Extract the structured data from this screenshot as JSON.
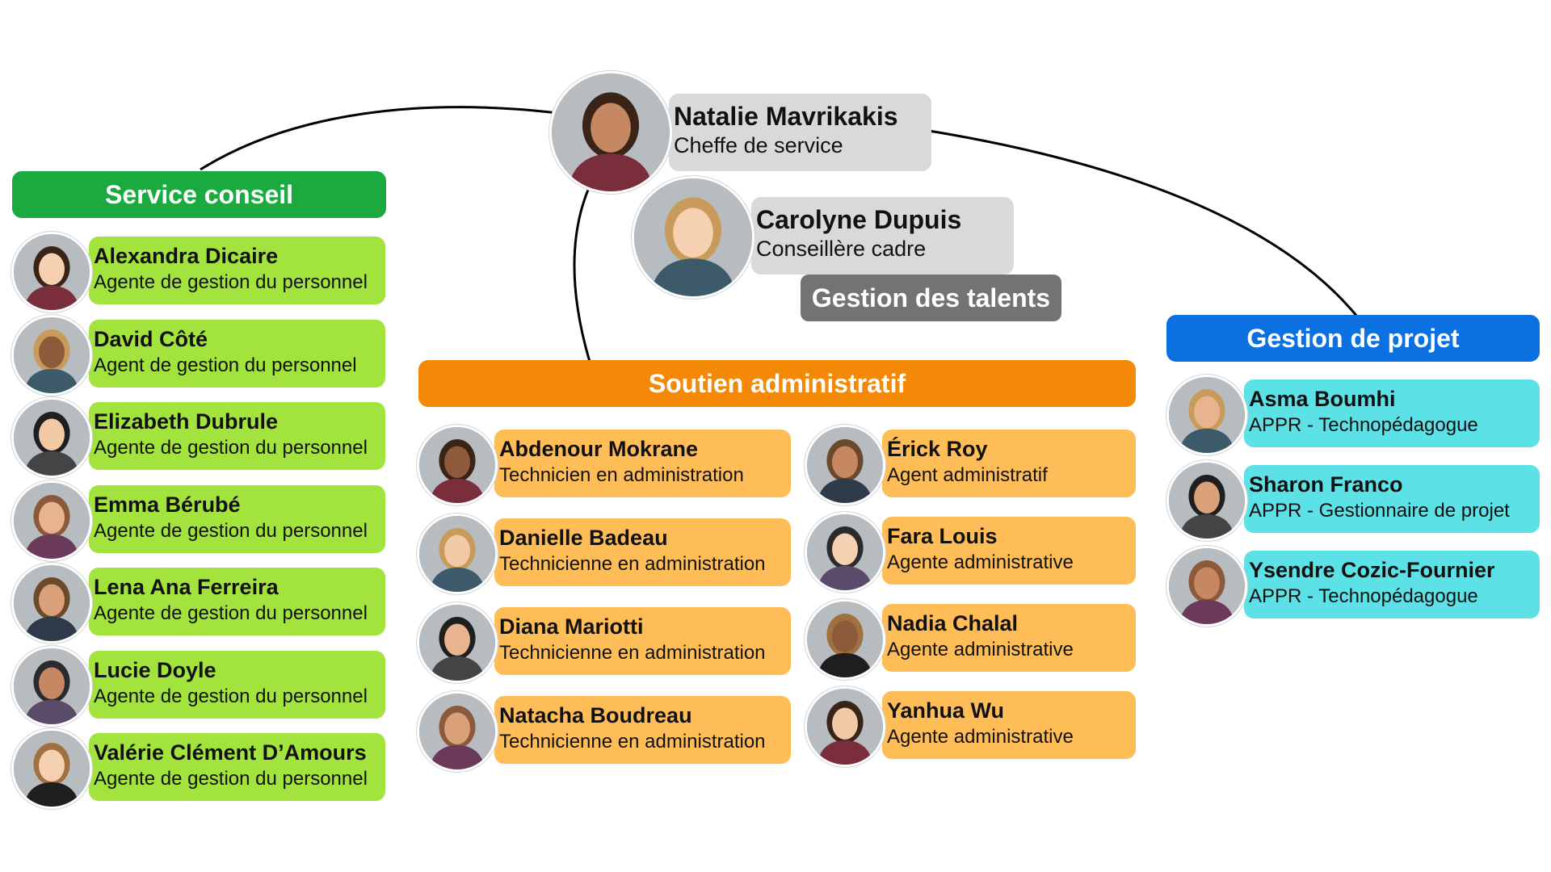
{
  "colors": {
    "service_header": "#1aaa3f",
    "service_card": "#a3e33e",
    "soutien_header": "#f48908",
    "soutien_card": "#ffbd58",
    "projet_header": "#0c70e0",
    "projet_card": "#5ce1e6",
    "head_card": "#d9d9d9",
    "talents_badge": "#737373"
  },
  "head": {
    "name": "Natalie Mavrikakis",
    "role": "Cheffe de service"
  },
  "adviser": {
    "name": "Carolyne Dupuis",
    "role": "Conseillère cadre",
    "badge": "Gestion des talents"
  },
  "service_conseil": {
    "title": "Service conseil",
    "members": [
      {
        "name": "Alexandra Dicaire",
        "role": "Agente de gestion du personnel"
      },
      {
        "name": "David Côté",
        "role": "Agent de gestion du personnel"
      },
      {
        "name": "Elizabeth Dubrule",
        "role": "Agente de gestion du personnel"
      },
      {
        "name": "Emma Bérubé",
        "role": "Agente de gestion du personnel"
      },
      {
        "name": "Lena Ana Ferreira",
        "role": "Agente de gestion du personnel"
      },
      {
        "name": "Lucie Doyle",
        "role": "Agente de gestion du personnel"
      },
      {
        "name": "Valérie Clément D’Amours",
        "role": "Agente de gestion du personnel"
      }
    ]
  },
  "soutien_administratif": {
    "title": "Soutien administratif",
    "members_left": [
      {
        "name": "Abdenour Mokrane",
        "role": "Technicien en administration"
      },
      {
        "name": "Danielle Badeau",
        "role": "Technicienne en administration"
      },
      {
        "name": "Diana Mariotti",
        "role": "Technicienne en administration"
      },
      {
        "name": "Natacha Boudreau",
        "role": "Technicienne en administration"
      }
    ],
    "members_right": [
      {
        "name": "Érick Roy",
        "role": "Agent administratif"
      },
      {
        "name": "Fara Louis",
        "role": "Agente administrative"
      },
      {
        "name": "Nadia Chalal",
        "role": "Agente administrative"
      },
      {
        "name": "Yanhua Wu",
        "role": "Agente administrative"
      }
    ]
  },
  "gestion_projet": {
    "title": "Gestion de projet",
    "members": [
      {
        "name": "Asma Boumhi",
        "role": "APPR - Technopédagogue"
      },
      {
        "name": "Sharon Franco",
        "role": "APPR - Gestionnaire de projet"
      },
      {
        "name": "Ysendre Cozic-Fournier",
        "role": "APPR - Technopédagogue"
      }
    ]
  }
}
